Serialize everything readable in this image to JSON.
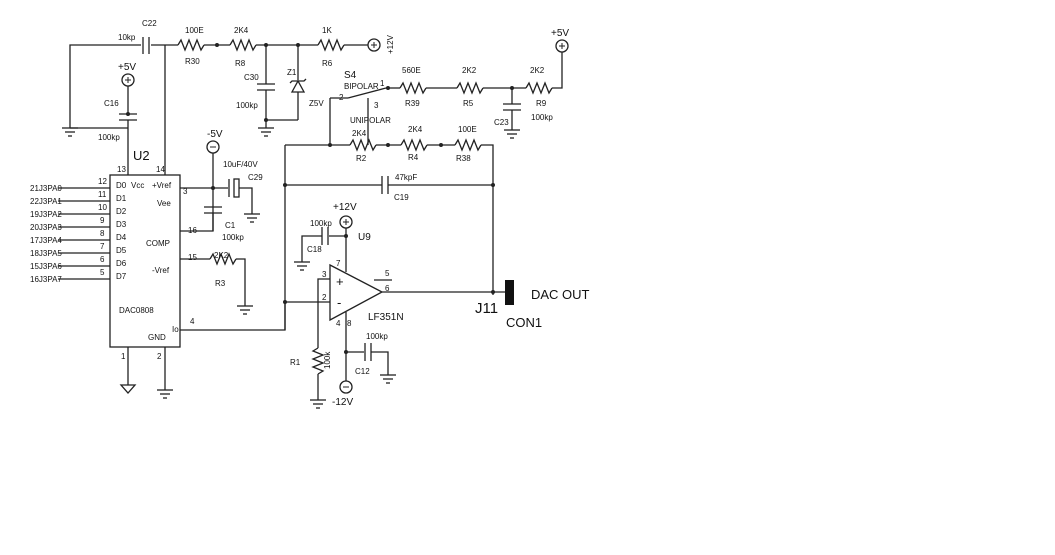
{
  "components": {
    "c22": {
      "ref": "C22",
      "value": "10kp"
    },
    "r30": {
      "ref": "R30",
      "value": "100E"
    },
    "r8": {
      "ref": "R8",
      "value": "2K4"
    },
    "r6": {
      "ref": "R6",
      "value": "1K"
    },
    "c30": {
      "ref": "C30",
      "value": "100kp"
    },
    "z1": {
      "ref": "Z1",
      "value": "Z5V"
    },
    "c16": {
      "ref": "C16",
      "value": "100kp"
    },
    "s4": {
      "ref": "S4",
      "bipolar": "BIPOLAR",
      "unipolar": "UNIPOLAR",
      "pin1": "1",
      "pin2": "2",
      "pin3": "3"
    },
    "r39": {
      "ref": "R39",
      "value": "560E"
    },
    "r5": {
      "ref": "R5",
      "value": "2K2"
    },
    "r9": {
      "ref": "R9",
      "value": "2K2"
    },
    "c23": {
      "ref": "C23",
      "value": "100kp"
    },
    "r2": {
      "ref": "R2",
      "value": "2K4"
    },
    "r4": {
      "ref": "R4",
      "value": "2K4"
    },
    "r38": {
      "ref": "R38",
      "value": "100E"
    },
    "c29": {
      "ref": "C29",
      "value": "10uF/40V"
    },
    "c1": {
      "ref": "C1",
      "value": "100kp"
    },
    "c19": {
      "ref": "C19",
      "value": "47kpF"
    },
    "r3": {
      "ref": "R3",
      "value": "2K2"
    },
    "c18": {
      "ref": "C18",
      "value": "100kp"
    },
    "r1": {
      "ref": "R1",
      "value": "100k"
    },
    "c12": {
      "ref": "C12",
      "value": "100kp"
    }
  },
  "supplies": {
    "p12_top": "+12V",
    "p5_left": "+5V",
    "p5_right": "+5V",
    "m5": "-5V",
    "p12_op": "+12V",
    "m12": "-12V"
  },
  "dac": {
    "ref": "U2",
    "part": "DAC0808",
    "pins_left": [
      {
        "net": "21J3PA0",
        "num": "12",
        "name": "D0"
      },
      {
        "net": "22J3PA1",
        "num": "11",
        "name": "D1"
      },
      {
        "net": "19J3PA2",
        "num": "10",
        "name": "D2"
      },
      {
        "net": "20J3PA3",
        "num": "9",
        "name": "D3"
      },
      {
        "net": "17J3PA4",
        "num": "8",
        "name": "D4"
      },
      {
        "net": "18J3PA5",
        "num": "7",
        "name": "D5"
      },
      {
        "net": "15J3PA6",
        "num": "6",
        "name": "D6"
      },
      {
        "net": "16J3PA7",
        "num": "5",
        "name": "D7"
      }
    ],
    "vcc": "Vcc",
    "vcc_pin": "13",
    "vref_p": "+Vref",
    "vref_p_pin": "14",
    "vee": "Vee",
    "vee_pin": "3",
    "comp": "COMP",
    "comp_pin": "16",
    "vref_n": "-Vref",
    "vref_n_pin": "15",
    "io": "Io",
    "io_pin": "4",
    "gnd": "GND",
    "pin1": "1",
    "pin2": "2"
  },
  "opamp": {
    "ref": "U9",
    "part": "LF351N",
    "pin7": "7",
    "pin5": "5",
    "pin6": "6",
    "pin3": "3",
    "pin2": "2",
    "pin4": "4",
    "pin8": "8",
    "plus": "+",
    "minus": "-"
  },
  "connector": {
    "ref": "J11",
    "name": "CON1",
    "label": "DAC OUT"
  }
}
